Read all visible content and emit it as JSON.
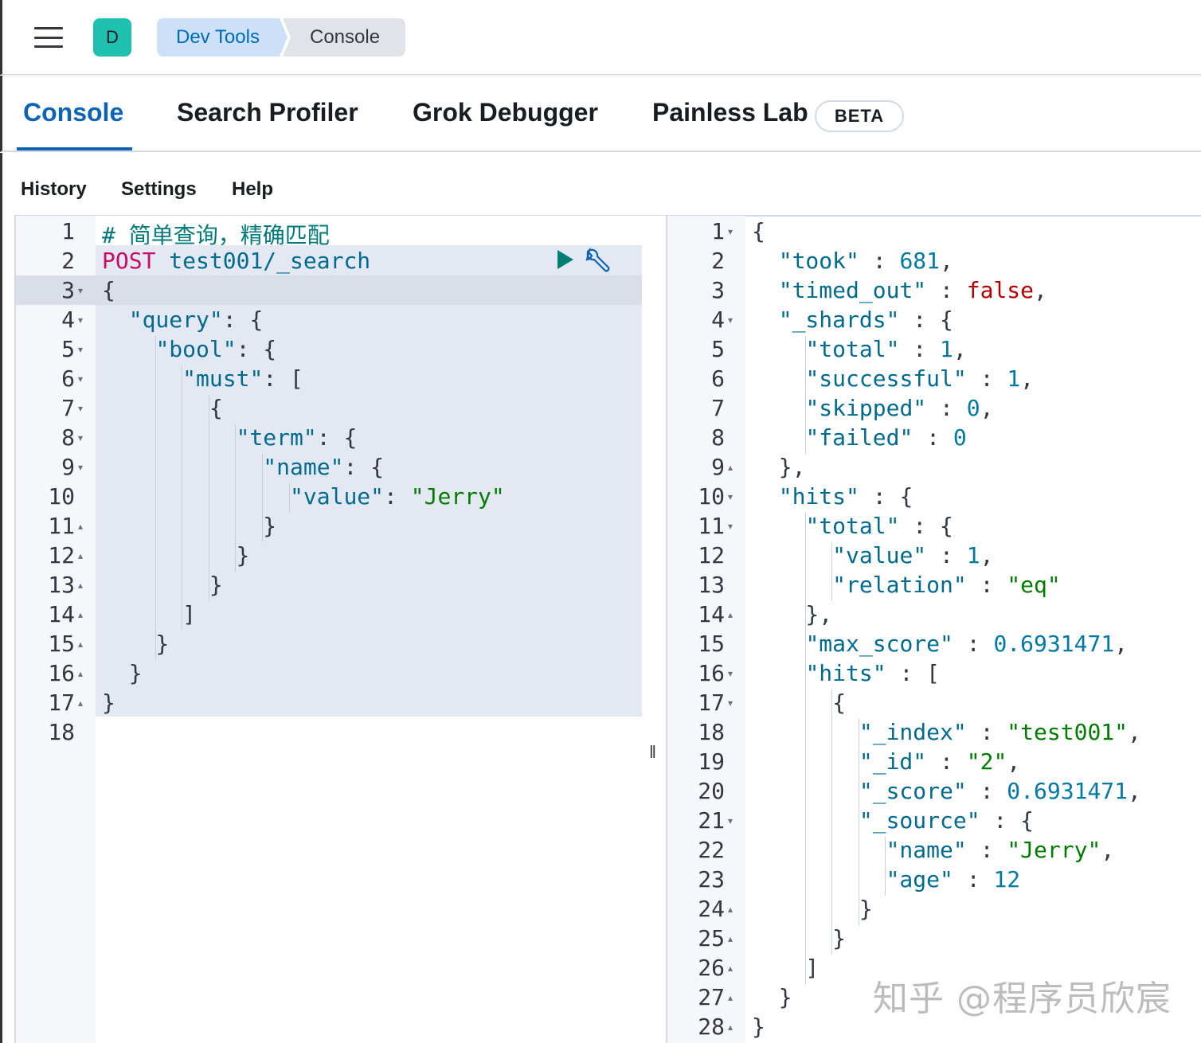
{
  "header": {
    "avatar_letter": "D",
    "breadcrumbs": [
      "Dev Tools",
      "Console"
    ]
  },
  "tabs": [
    {
      "label": "Console",
      "active": true
    },
    {
      "label": "Search Profiler",
      "active": false
    },
    {
      "label": "Grok Debugger",
      "active": false
    },
    {
      "label": "Painless Lab",
      "active": false
    }
  ],
  "beta_badge": "BETA",
  "submenu": [
    "History",
    "Settings",
    "Help"
  ],
  "request": {
    "lines": [
      "# 简单查询，精确匹配",
      "POST test001/_search",
      "{",
      "  \"query\": {",
      "    \"bool\": {",
      "      \"must\": [",
      "        {",
      "          \"term\": {",
      "            \"name\": {",
      "              \"value\": \"Jerry\"",
      "            }",
      "          }",
      "        }",
      "      ]",
      "    }",
      "  }",
      "}",
      ""
    ]
  },
  "response": {
    "lines": [
      "{",
      "  \"took\" : 681,",
      "  \"timed_out\" : false,",
      "  \"_shards\" : {",
      "    \"total\" : 1,",
      "    \"successful\" : 1,",
      "    \"skipped\" : 0,",
      "    \"failed\" : 0",
      "  },",
      "  \"hits\" : {",
      "    \"total\" : {",
      "      \"value\" : 1,",
      "      \"relation\" : \"eq\"",
      "    },",
      "    \"max_score\" : 0.6931471,",
      "    \"hits\" : [",
      "      {",
      "        \"_index\" : \"test001\",",
      "        \"_id\" : \"2\",",
      "        \"_score\" : 0.6931471,",
      "        \"_source\" : {",
      "          \"name\" : \"Jerry\",",
      "          \"age\" : 12",
      "        }",
      "      }",
      "    ]",
      "  }",
      "}"
    ]
  },
  "watermark": "知乎 @程序员欣宸",
  "colors": {
    "accent": "#0b64b4",
    "avatar": "#20c0b0",
    "run_button": "#017d73"
  }
}
